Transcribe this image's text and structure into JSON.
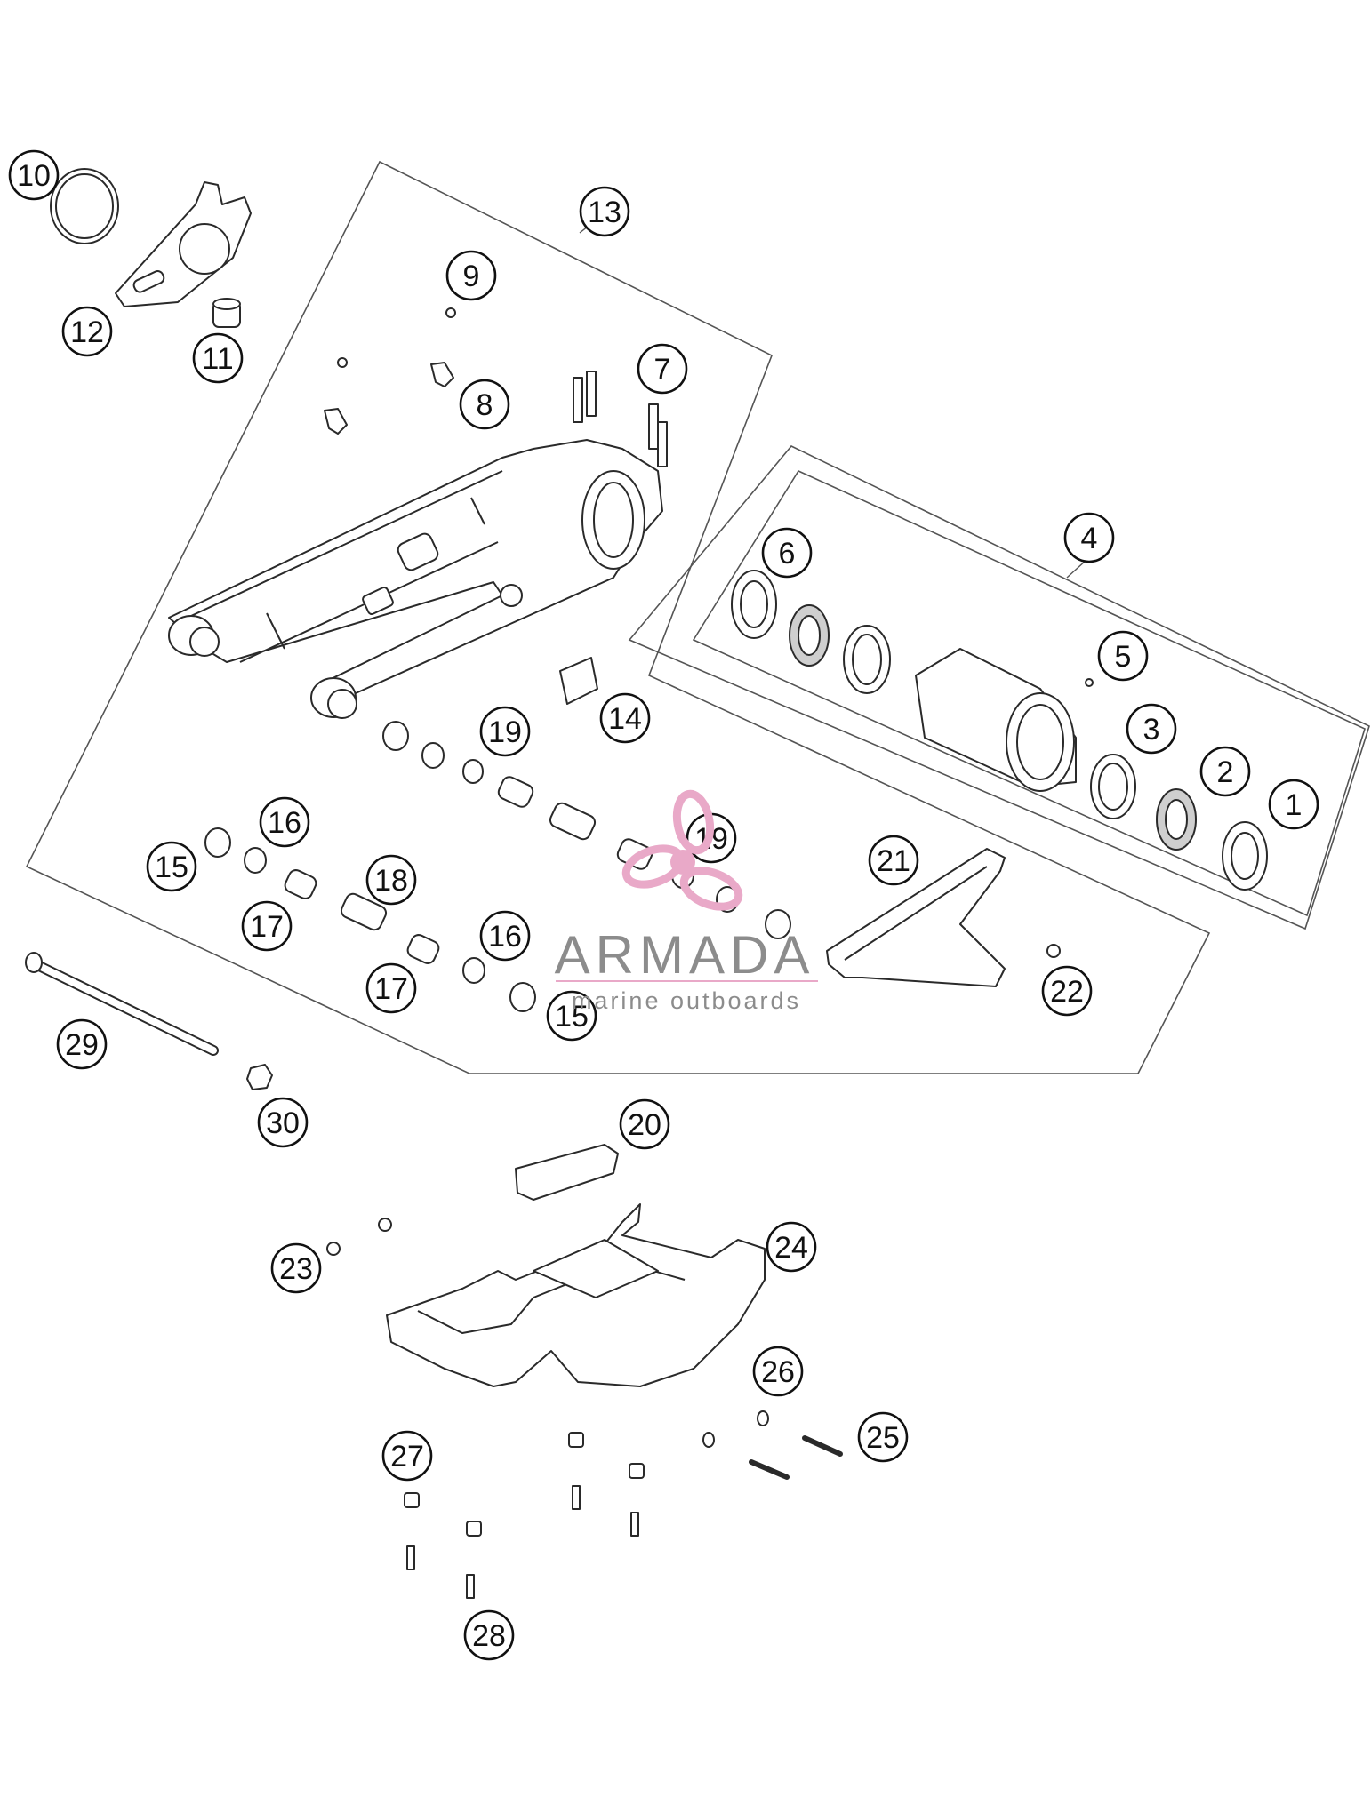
{
  "callouts": [
    {
      "id": "1",
      "label": "1"
    },
    {
      "id": "2",
      "label": "2"
    },
    {
      "id": "3",
      "label": "3"
    },
    {
      "id": "4",
      "label": "4"
    },
    {
      "id": "5",
      "label": "5"
    },
    {
      "id": "6",
      "label": "6"
    },
    {
      "id": "7",
      "label": "7"
    },
    {
      "id": "8",
      "label": "8"
    },
    {
      "id": "9",
      "label": "9"
    },
    {
      "id": "10",
      "label": "10"
    },
    {
      "id": "11",
      "label": "11"
    },
    {
      "id": "12",
      "label": "12"
    },
    {
      "id": "13",
      "label": "13"
    },
    {
      "id": "14",
      "label": "14"
    },
    {
      "id": "15a",
      "label": "15"
    },
    {
      "id": "15b",
      "label": "15"
    },
    {
      "id": "16a",
      "label": "16"
    },
    {
      "id": "16b",
      "label": "16"
    },
    {
      "id": "17a",
      "label": "17"
    },
    {
      "id": "17b",
      "label": "17"
    },
    {
      "id": "18",
      "label": "18"
    },
    {
      "id": "19a",
      "label": "19"
    },
    {
      "id": "19b",
      "label": "19"
    },
    {
      "id": "20",
      "label": "20"
    },
    {
      "id": "21",
      "label": "21"
    },
    {
      "id": "22",
      "label": "22"
    },
    {
      "id": "23",
      "label": "23"
    },
    {
      "id": "24",
      "label": "24"
    },
    {
      "id": "25",
      "label": "25"
    },
    {
      "id": "26",
      "label": "26"
    },
    {
      "id": "27",
      "label": "27"
    },
    {
      "id": "28",
      "label": "28"
    },
    {
      "id": "29",
      "label": "29"
    },
    {
      "id": "30",
      "label": "30"
    }
  ],
  "watermark": {
    "brand": "ARMADA",
    "tagline": "marine outboards",
    "logo_color": "#e9a9c8",
    "text_color": "#8c8c8c"
  },
  "colors": {
    "line": "#2a2a2a",
    "background": "#ffffff"
  }
}
